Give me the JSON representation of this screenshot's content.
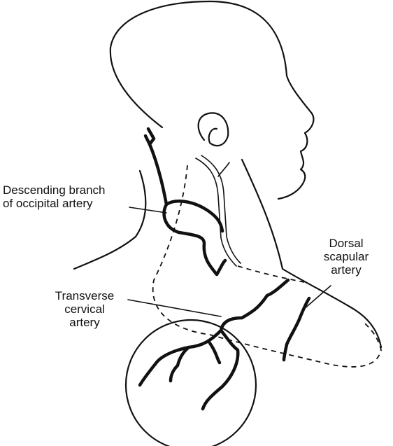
{
  "labels": {
    "occipital": {
      "line1": "Descending branch",
      "line2": "of occipital artery"
    },
    "transverse": {
      "line1": "Transverse",
      "line2": "cervical",
      "line3": "artery"
    },
    "dorsal": {
      "line1": "Dorsal",
      "line2": "scapular",
      "line3": "artery"
    }
  }
}
